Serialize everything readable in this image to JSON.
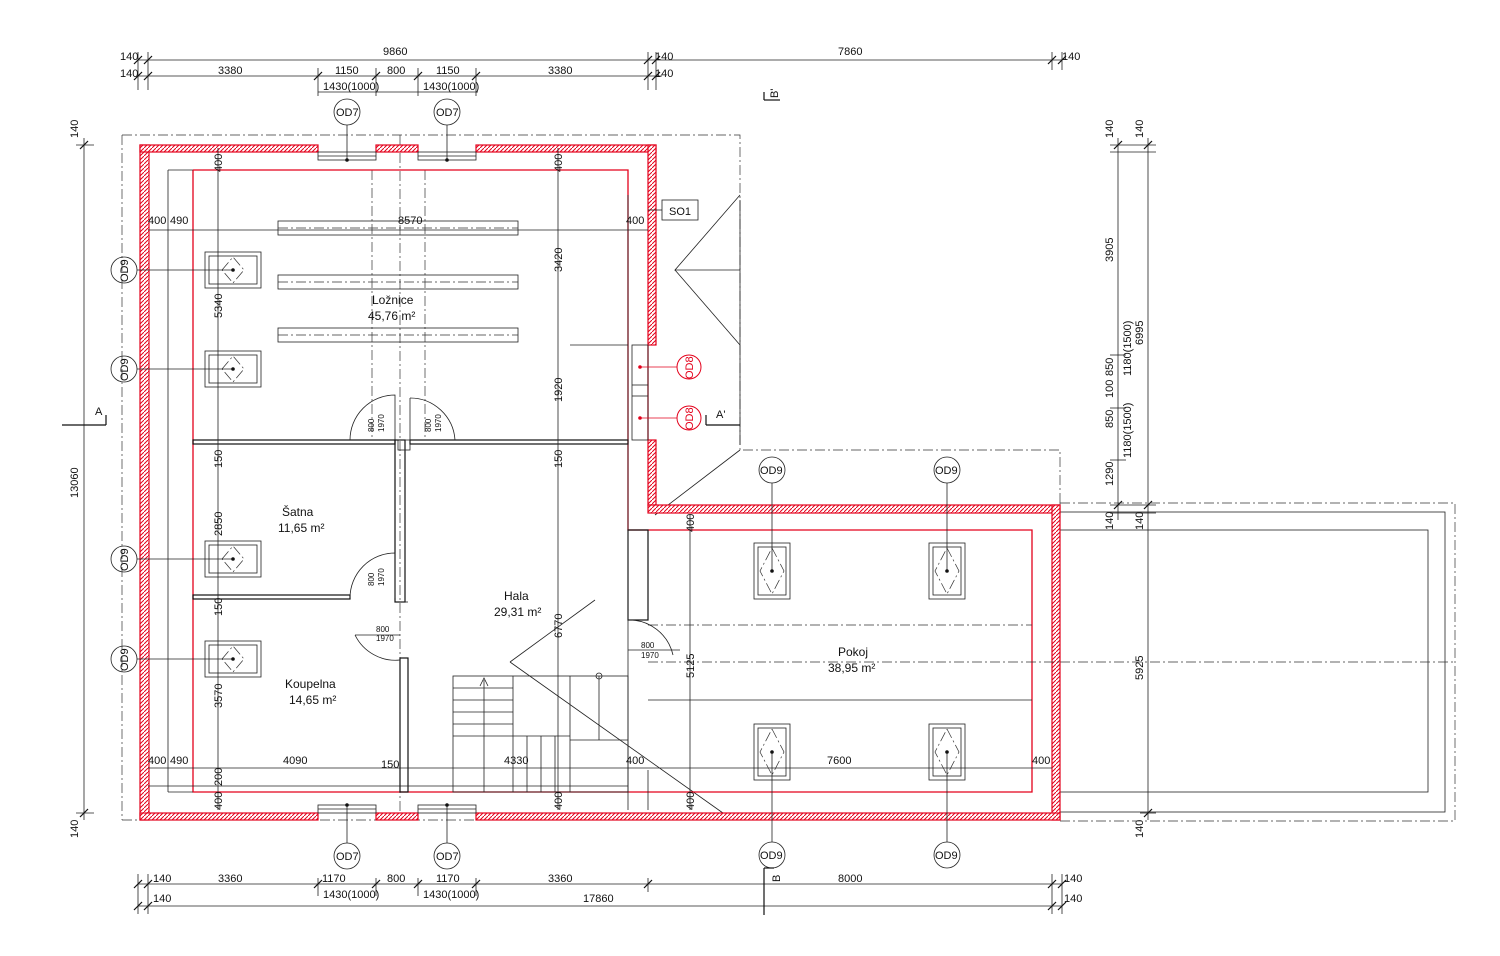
{
  "colors": {
    "wall": "#e3001b",
    "lines": "#222222",
    "background": "#ffffff"
  },
  "rooms": [
    {
      "name": "Ložnice",
      "area": "45,76 m²"
    },
    {
      "name": "Šatna",
      "area": "11,65 m²"
    },
    {
      "name": "Koupelna",
      "area": "14,65 m²"
    },
    {
      "name": "Hala",
      "area": "29,31 m²"
    },
    {
      "name": "Pokoj",
      "area": "38,95 m²"
    }
  ],
  "top_dims": {
    "row1": [
      "140",
      "9860",
      "140",
      "7860",
      "140"
    ],
    "row2": [
      "140",
      "3380",
      "1150",
      "800",
      "1150",
      "3380",
      "140"
    ],
    "row3": [
      "1430(1000)",
      "1430(1000)"
    ]
  },
  "bottom_dims": {
    "row1": [
      "140",
      "3360",
      "1170",
      "800",
      "1170",
      "3360",
      "8000",
      "140"
    ],
    "row2": [
      "1430(1000)",
      "1430(1000)"
    ],
    "row3": [
      "140",
      "17860",
      "140"
    ]
  },
  "left_dims": [
    "140",
    "13060",
    "140"
  ],
  "right_dims": {
    "outer": [
      "140",
      "6995",
      "140",
      "5925",
      "140"
    ],
    "inner": [
      "140",
      "3905",
      "850",
      "100",
      "850",
      "1290",
      "140"
    ],
    "openings": [
      "1180(1500)",
      "1180(1500)"
    ],
    "openings_alt": [
      "850",
      "1180(1500)"
    ]
  },
  "interior_dims": {
    "bedroom_width": "8570",
    "bedroom_left": [
      "400",
      "490"
    ],
    "bedroom_right": "400",
    "bedroom_height_left": "5340",
    "bedroom_height_right_top": "3420",
    "bedroom_height_right_bottom": "1920",
    "wall_top": [
      "400",
      "400"
    ],
    "partition_1": "150",
    "partition_2": "150",
    "partition_3": "150",
    "partition_4": "150",
    "satna_height": "2850",
    "koupelna_height": "3570",
    "hala_height": "6770",
    "pokoj_height": "5125",
    "bottom_left": [
      "400",
      "490"
    ],
    "koupelna_width": "4090",
    "hala_partition": "150",
    "hala_width": "4330",
    "hala_wall": "400",
    "pokoj_width": "7600",
    "pokoj_wall": "400",
    "base_200": "200",
    "bottom_walls": [
      "400",
      "400",
      "400"
    ],
    "pokoj_wall_top": "400"
  },
  "doors": [
    {
      "width": "800",
      "height": "1970"
    },
    {
      "width": "800",
      "height": "1970"
    },
    {
      "width": "800",
      "height": "1970"
    },
    {
      "width": "800",
      "height": "1970"
    },
    {
      "width": "800",
      "height": "1970"
    }
  ],
  "tags": {
    "od7": "OD7",
    "od8": "OD8",
    "od9": "OD9",
    "so1": "SO1"
  },
  "sections": {
    "a": "A",
    "a_prime": "A'",
    "b": "B",
    "b_prime": "B'"
  }
}
